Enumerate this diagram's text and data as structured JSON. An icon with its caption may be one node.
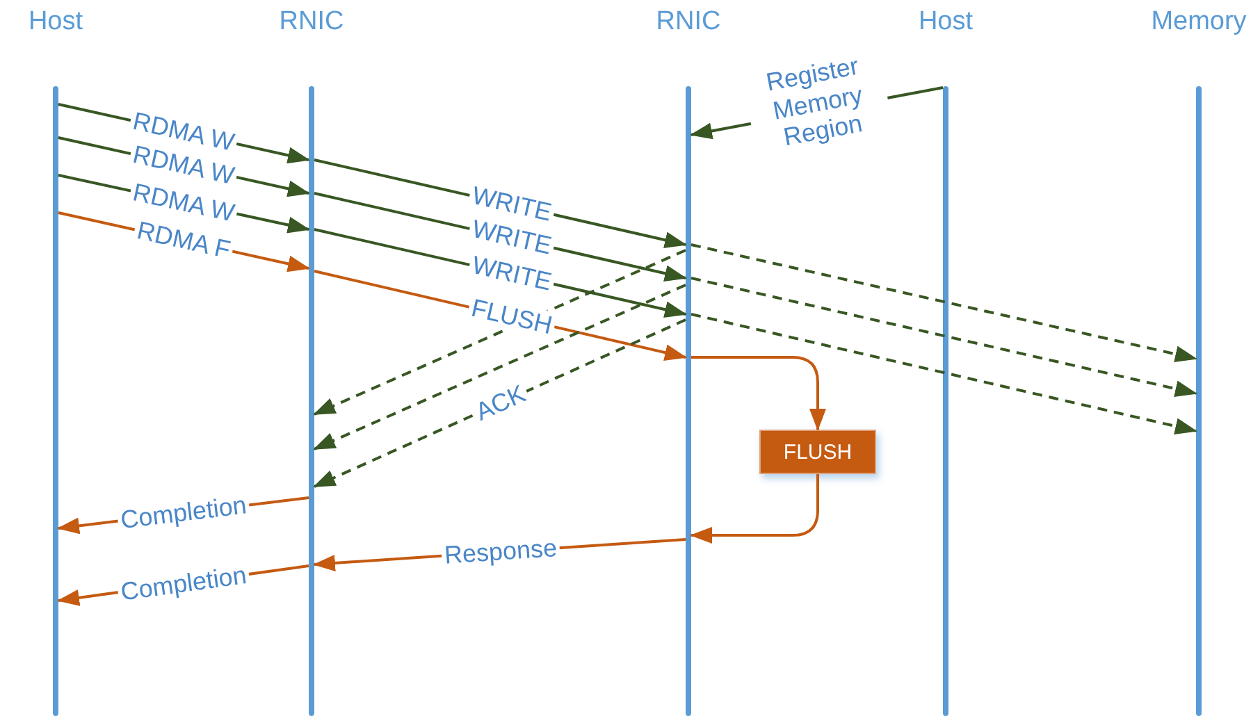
{
  "diagram": {
    "nodes": [
      {
        "text": [],
        "shape": "bar",
        "beside": [
          "Host"
        ]
      },
      {
        "text": [],
        "shape": "bar",
        "beside": [
          "RNIC"
        ]
      },
      {
        "text": [],
        "shape": "bar",
        "beside": [
          "RNIC"
        ]
      },
      {
        "text": [],
        "shape": "bar",
        "beside": [
          "Host"
        ]
      },
      {
        "text": [],
        "shape": "bar",
        "beside": [
          "Memory"
        ]
      },
      {
        "text": [
          "FLUSH"
        ]
      }
    ],
    "edges": [
      {
        "from": 0,
        "to": 1,
        "arrow": "to",
        "label": "RDMA W"
      },
      {
        "from": 0,
        "to": 1,
        "arrow": "to",
        "label": "RDMA W"
      },
      {
        "from": 0,
        "to": 1,
        "arrow": "to",
        "label": "RDMA W"
      },
      {
        "from": 0,
        "to": 1,
        "arrow": "to",
        "label": "RDMA F",
        "color": "#c55a11"
      },
      {
        "from": 1,
        "to": 2,
        "arrow": "to",
        "label": "WRITE"
      },
      {
        "from": 1,
        "to": 2,
        "arrow": "to",
        "label": "WRITE"
      },
      {
        "from": 1,
        "to": 2,
        "arrow": "to",
        "label": "WRITE"
      },
      {
        "from": 1,
        "to": 2,
        "arrow": "to",
        "label": "FLUSH",
        "color": "#c55a11"
      },
      {
        "from": 3,
        "to": 2,
        "arrow": "to",
        "label": "Register Memory Region"
      },
      {
        "from": 2,
        "to": 4,
        "arrow": "to",
        "style": "dashed"
      },
      {
        "from": 2,
        "to": 4,
        "arrow": "to",
        "style": "dashed"
      },
      {
        "from": 2,
        "to": 4,
        "arrow": "to",
        "style": "dashed"
      },
      {
        "from": 2,
        "to": 5,
        "arrow": "to",
        "color": "#c55a11"
      },
      {
        "from": 2,
        "to": 1,
        "arrow": "to",
        "style": "dashed"
      },
      {
        "from": 2,
        "to": 1,
        "arrow": "to",
        "style": "dashed"
      },
      {
        "from": 2,
        "to": 1,
        "arrow": "to",
        "style": "dashed",
        "label": "ACK"
      },
      {
        "from": 1,
        "to": 0,
        "arrow": "to",
        "label": "Completion",
        "color": "#c55a11"
      },
      {
        "from": 5,
        "to": 2,
        "arrow": "to",
        "color": "#c55a11"
      },
      {
        "from": 2,
        "to": 1,
        "arrow": "to",
        "label": "Response",
        "color": "#c55a11"
      },
      {
        "from": 1,
        "to": 0,
        "arrow": "to",
        "label": "Completion",
        "color": "#c55a11"
      }
    ]
  }
}
